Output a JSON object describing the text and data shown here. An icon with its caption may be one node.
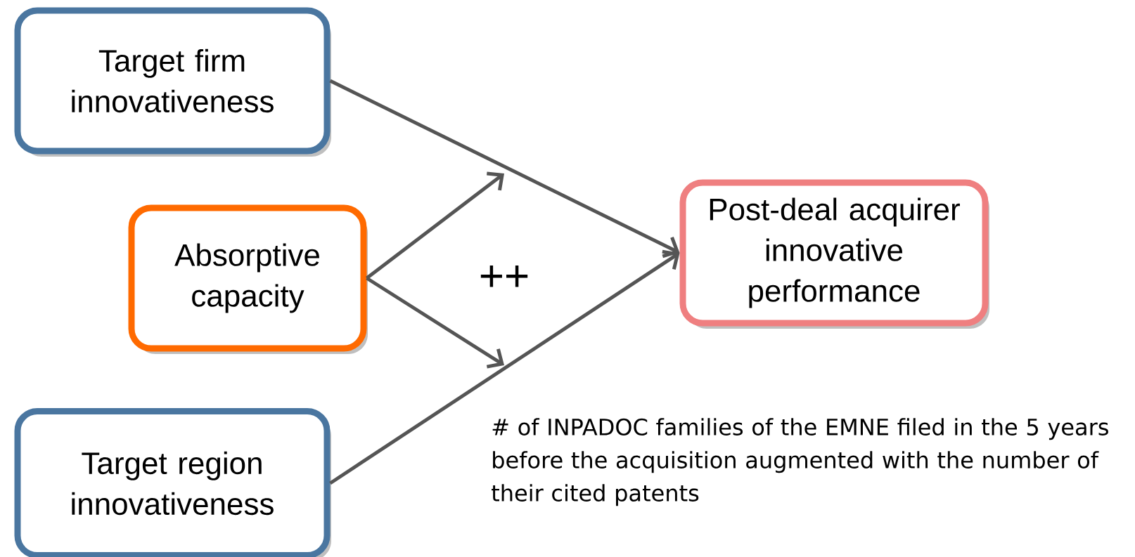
{
  "diagram": {
    "nodes": [
      {
        "text": [
          "Target firm innovativeness"
        ]
      },
      {
        "text": [
          "Absorptive capacity"
        ]
      },
      {
        "text": [
          "Post-deal acquirer innovative performance"
        ]
      },
      {
        "text": [
          "Target region innovativeness"
        ]
      }
    ],
    "edges": [
      {
        "from": 0,
        "to": 2,
        "arrow": "to"
      },
      {
        "from": 3,
        "to": 2,
        "arrow": "to"
      },
      {
        "from": 1,
        "to": null,
        "arrow": "to"
      },
      {
        "from": 1,
        "to": null,
        "arrow": "to"
      }
    ],
    "labels": [
      "++",
      "# of INPADOC families of the EMNE filed in the 5 years before the acquisition augmented with the number of their cited patents"
    ]
  }
}
